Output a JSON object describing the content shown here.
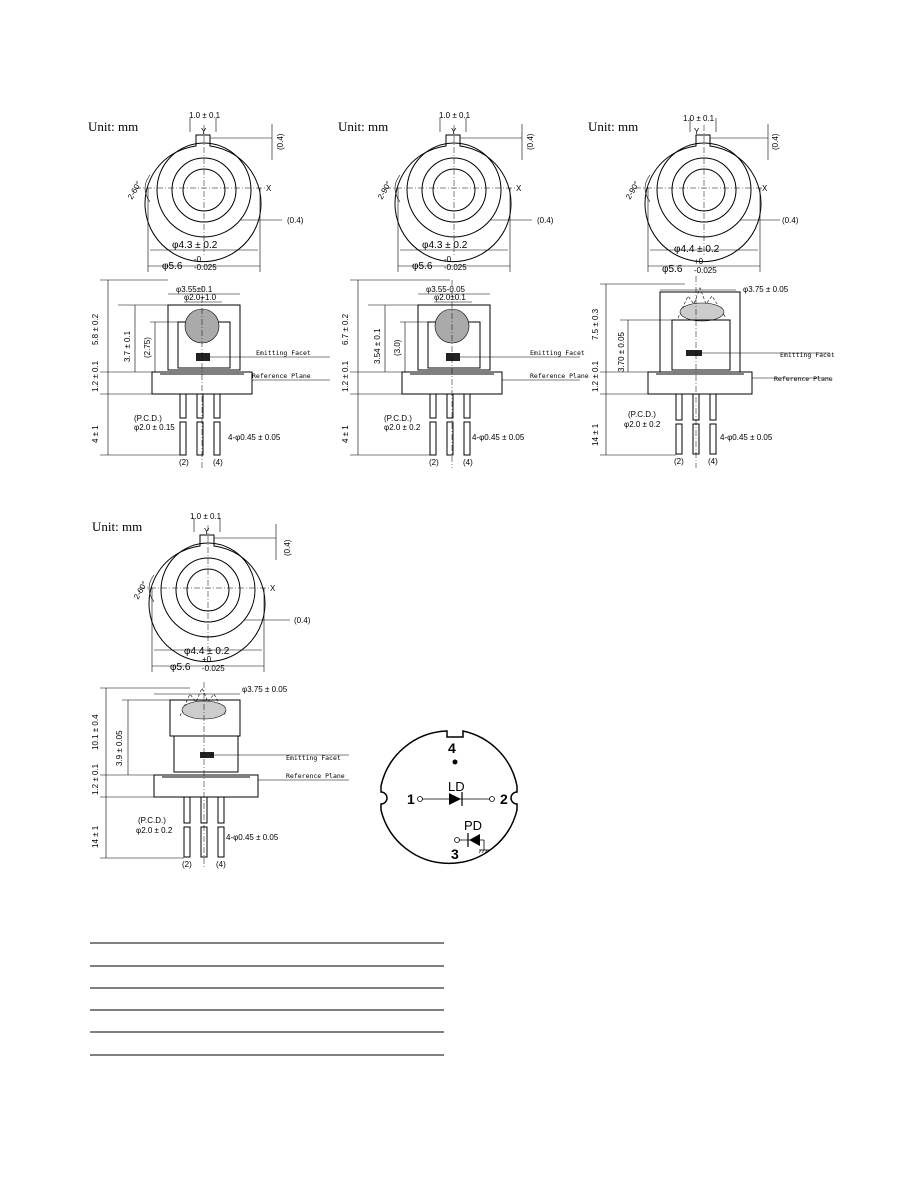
{
  "packages": [
    {
      "unit": "Unit: mm",
      "slot_width": "1.0 ± 0.1",
      "notch_angle": "2-60°",
      "flange_offset": "(0.4)",
      "side_offset": "(0.4)",
      "cap_dia": "φ4.3 ± 0.2",
      "base_dia": "φ5.6",
      "base_tol_upper": "-0",
      "base_tol_lower": "-0.025",
      "window_outer": "φ3.55±0.1",
      "window_inner": "φ2.0+1.0",
      "height_total": "5.8 ± 0.2",
      "height_mid": "3.7 ± 0.1",
      "height_ref": "(2.75)",
      "flange_thick": "1.2 ± 0.1",
      "lead_len": "4 ± 1",
      "pcd_label": "(P.C.D.)",
      "pcd_value": "φ2.0 ± 0.15",
      "lead_dia": "4-φ0.45 ± 0.05",
      "emitting": "Emitting Facet",
      "reference": "Reference Plane",
      "pin_a": "(2)",
      "pin_b": "(4)",
      "axis_x": "X",
      "axis_y": "Y"
    },
    {
      "unit": "Unit: mm",
      "slot_width": "1.0 ± 0.1",
      "notch_angle": "2-90°",
      "flange_offset": "(0.4)",
      "side_offset": "(0.4)",
      "cap_dia": "φ4.3 ± 0.2",
      "base_dia": "φ5.6",
      "base_tol_upper": "-0",
      "base_tol_lower": "-0.025",
      "window_outer": "φ3.55-0.05",
      "window_inner": "φ2.0±0.1",
      "height_total": "6.7 ± 0.2",
      "height_mid": "3.54 ± 0.1",
      "height_ref": "(3.0)",
      "flange_thick": "1.2 ± 0.1",
      "lead_len": "4 ± 1",
      "pcd_label": "(P.C.D.)",
      "pcd_value": "φ2.0 ± 0.2",
      "lead_dia": "4-φ0.45 ± 0.05",
      "emitting": "Emitting Facet",
      "reference": "Reference Plane",
      "pin_a": "(2)",
      "pin_b": "(4)",
      "axis_x": "X",
      "axis_y": "Y"
    },
    {
      "unit": "Unit: mm",
      "slot_width": "1.0 ± 0.1",
      "notch_angle": "2-90°",
      "flange_offset": "(0.4)",
      "side_offset": "(0.4)",
      "cap_dia": "φ4.4 ± 0.2",
      "base_dia": "φ5.6",
      "base_tol_upper": "+0",
      "base_tol_lower": "-0.025",
      "window_outer": "φ3.75 ± 0.05",
      "height_total": "7.5 ± 0.3",
      "height_mid": "3.70 ± 0.05",
      "flange_thick": "1.2 ± 0.1",
      "lead_len": "14 ± 1",
      "pcd_label": "(P.C.D.)",
      "pcd_value": "φ2.0 ± 0.2",
      "lead_dia": "4-φ0.45 ± 0.05",
      "emitting": "Emitting Facet",
      "reference": "Reference Plane",
      "pin_a": "(2)",
      "pin_b": "(4)",
      "axis_x": "X",
      "axis_y": "Y"
    },
    {
      "unit": "Unit: mm",
      "slot_width": "1.0 ± 0.1",
      "notch_angle": "2-60°",
      "flange_offset": "(0.4)",
      "side_offset": "(0.4)",
      "cap_dia": "φ4.4 ± 0.2",
      "base_dia": "φ5.6",
      "base_tol_upper": "+0",
      "base_tol_lower": "-0.025",
      "window_outer": "φ3.75 ± 0.05",
      "height_total": "10.1 ± 0.4",
      "height_mid": "3.9 ± 0.05",
      "flange_thick": "1.2 ± 0.1",
      "lead_len": "14 ± 1",
      "pcd_label": "(P.C.D.)",
      "pcd_value": "φ2.0 ± 0.2",
      "lead_dia": "4-φ0.45 ± 0.05",
      "emitting": "Emitting Facet",
      "reference": "Reference Plane",
      "pin_a": "(2)",
      "pin_b": "(4)",
      "axis_x": "X",
      "axis_y": "Y"
    }
  ],
  "pinout": {
    "pin1": "1",
    "pin2": "2",
    "pin3": "3",
    "pin4": "4",
    "ld_label": "LD",
    "pd_label": "PD"
  },
  "table": {
    "rows": 5
  }
}
